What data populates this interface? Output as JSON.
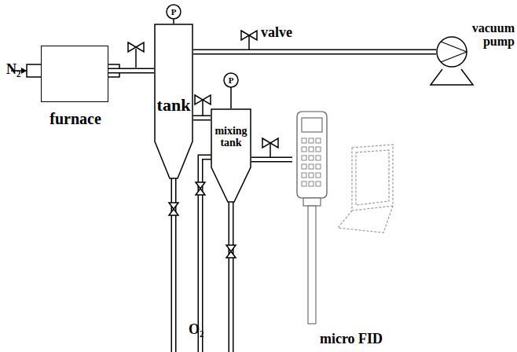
{
  "diagram": {
    "nodes": [
      {
        "text": [
          "furnace"
        ]
      },
      {
        "text": [
          "tank"
        ]
      },
      {
        "text": [
          "mixing tank"
        ]
      },
      {
        "text": [
          "vacuum pump"
        ]
      },
      {
        "text": [
          "micro FID"
        ]
      }
    ],
    "edges": [
      {
        "from": 0,
        "to": 1,
        "arrow": "none"
      },
      {
        "from": 1,
        "to": 3,
        "arrow": "none"
      },
      {
        "from": 1,
        "to": 2,
        "arrow": "none"
      },
      {
        "from": 2,
        "to": 4,
        "arrow": "none"
      }
    ],
    "labels": [
      "N₂",
      "P",
      "valve",
      "P",
      "O₂"
    ]
  }
}
